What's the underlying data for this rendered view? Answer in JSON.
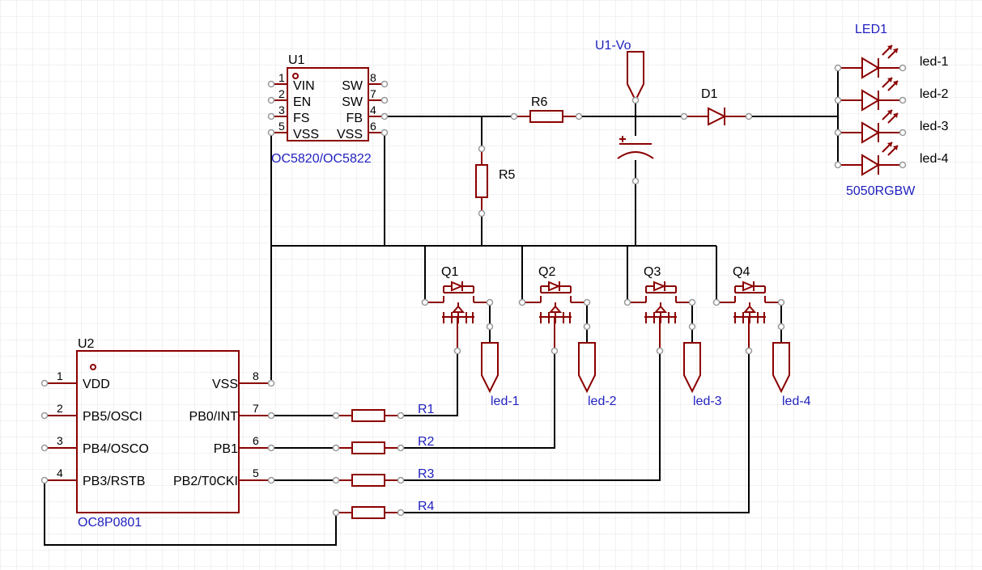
{
  "colors": {
    "part": "#8b0000",
    "wire": "#000000",
    "label": "#1f1fbf",
    "grid": "#e6e6e6"
  },
  "u1": {
    "ref": "U1",
    "value": "OC5820/OC5822",
    "left_pins": [
      {
        "num": "1",
        "name": "VIN"
      },
      {
        "num": "2",
        "name": "EN"
      },
      {
        "num": "3",
        "name": "FS"
      },
      {
        "num": "5",
        "name": "VSS"
      }
    ],
    "right_pins": [
      {
        "num": "8",
        "name": "SW"
      },
      {
        "num": "7",
        "name": "SW"
      },
      {
        "num": "4",
        "name": "FB"
      },
      {
        "num": "6",
        "name": "VSS"
      }
    ]
  },
  "u2": {
    "ref": "U2",
    "value": "OC8P0801",
    "left_pins": [
      {
        "num": "1",
        "name": "VDD"
      },
      {
        "num": "2",
        "name": "PB5/OSCI"
      },
      {
        "num": "3",
        "name": "PB4/OSCO"
      },
      {
        "num": "4",
        "name": "PB3/RSTB"
      }
    ],
    "right_pins": [
      {
        "num": "8",
        "name": "VSS"
      },
      {
        "num": "7",
        "name": "PB0/INT"
      },
      {
        "num": "6",
        "name": "PB1"
      },
      {
        "num": "5",
        "name": "PB2/T0CKI"
      }
    ]
  },
  "resistors": {
    "r1": "R1",
    "r2": "R2",
    "r3": "R3",
    "r4": "R4",
    "r5": "R5",
    "r6": "R6"
  },
  "diode": "D1",
  "netflag_top": "U1-Vo",
  "led": {
    "ref": "LED1",
    "value": "5050RGBW",
    "nets": [
      "led-1",
      "led-2",
      "led-3",
      "led-4"
    ]
  },
  "mosfets": [
    "Q1",
    "Q2",
    "Q3",
    "Q4"
  ],
  "drain_flags": [
    "led-1",
    "led-2",
    "led-3",
    "led-4"
  ]
}
